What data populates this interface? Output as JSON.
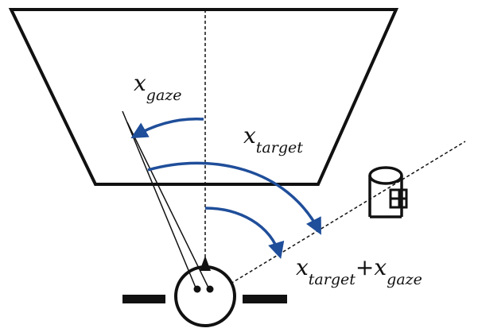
{
  "labels": {
    "x_gaze": {
      "main": "x",
      "sub": "gaze"
    },
    "x_target": {
      "main": "x",
      "sub": "target"
    },
    "x_sum": {
      "main": "x",
      "sub": "target",
      "plus": "+",
      "main2": "x",
      "sub2": "gaze"
    }
  },
  "colors": {
    "line": "#111111",
    "arrow": "#1f4e9a",
    "background": "#ffffff"
  }
}
